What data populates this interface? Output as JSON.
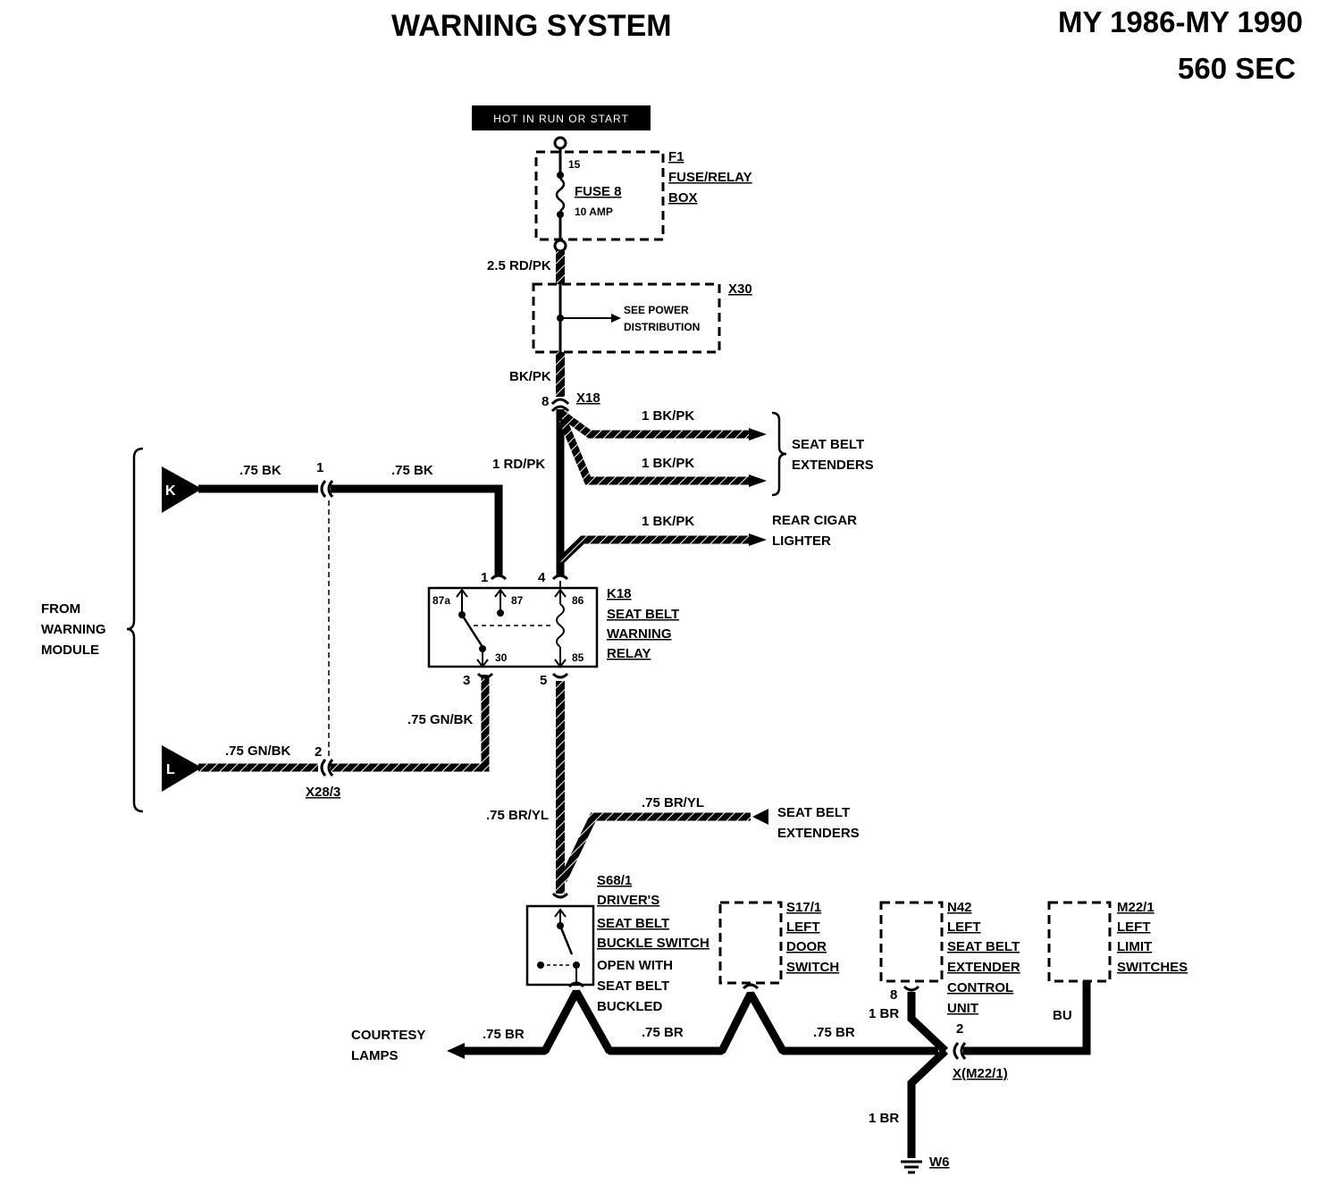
{
  "header": {
    "title": "WARNING SYSTEM",
    "model_years": "MY 1986-MY 1990",
    "model": "560 SEC"
  },
  "power": {
    "hot_label": "HOT IN RUN OR START",
    "f1_id": "F1",
    "f1_name_1": "FUSE/RELAY",
    "f1_name_2": "BOX",
    "fuse_pin": "15",
    "fuse_name": "FUSE 8",
    "fuse_rating": "10 AMP",
    "wire_f1_out": "2.5 RD/PK",
    "x30_id": "X30",
    "x30_text_1": "SEE POWER",
    "x30_text_2": "DISTRIBUTION",
    "wire_x30_out": "BK/PK",
    "x18_pin": "8",
    "x18_id": "X18"
  },
  "branches": {
    "wire_extender_1": "1 BK/PK",
    "wire_extender_2": "1 BK/PK",
    "extenders_1": "SEAT BELT",
    "extenders_2": "EXTENDERS",
    "wire_relay_feed": "1 RD/PK",
    "wire_cigar": "1 BK/PK",
    "cigar_1": "REAR CIGAR",
    "cigar_2": "LIGHTER"
  },
  "module": {
    "from_1": "FROM",
    "from_2": "WARNING",
    "from_3": "MODULE",
    "k_label": "K",
    "l_label": "L",
    "wire_k_left": ".75 BK",
    "wire_k_right": ".75 BK",
    "wire_l_left": ".75 GN/BK",
    "wire_l_right": ".75 GN/BK",
    "conn_pin_1": "1",
    "conn_pin_2": "2",
    "conn_id": "X28/3"
  },
  "relay": {
    "pin_1": "1",
    "pin_4": "4",
    "pin_3": "3",
    "pin_5": "5",
    "term_87a": "87a",
    "term_87": "87",
    "term_86": "86",
    "term_30": "30",
    "term_85": "85",
    "id": "K18",
    "name_1": "SEAT BELT",
    "name_2": "WARNING",
    "name_3": "RELAY"
  },
  "switch": {
    "wire_in": ".75 BR/YL",
    "wire_branch": ".75 BR/YL",
    "branch_1": "SEAT BELT",
    "branch_2": "EXTENDERS",
    "id": "S68/1",
    "name_1": "DRIVER'S",
    "name_2": "SEAT BELT",
    "name_3": "BUCKLE SWITCH",
    "note_1": "OPEN WITH",
    "note_2": "SEAT BELT",
    "note_3": "BUCKLED"
  },
  "ground": {
    "courtesy_1": "COURTESY",
    "courtesy_2": "LAMPS",
    "wire_1": ".75 BR",
    "wire_2": ".75 BR",
    "wire_3": ".75 BR",
    "s17_id": "S17/1",
    "s17_1": "LEFT",
    "s17_2": "DOOR",
    "s17_3": "SWITCH",
    "n42_id": "N42",
    "n42_1": "LEFT",
    "n42_2": "SEAT BELT",
    "n42_3": "EXTENDER",
    "n42_4": "CONTROL",
    "n42_5": "UNIT",
    "n42_pin": "8",
    "n42_wire": "1 BR",
    "m22_id": "M22/1",
    "m22_1": "LEFT",
    "m22_2": "LIMIT",
    "m22_3": "SWITCHES",
    "m22_wire": "BU",
    "splice_pin": "2",
    "splice_id": "X(M22/1)",
    "wire_to_ground": "1 BR",
    "ground_id": "W6"
  }
}
